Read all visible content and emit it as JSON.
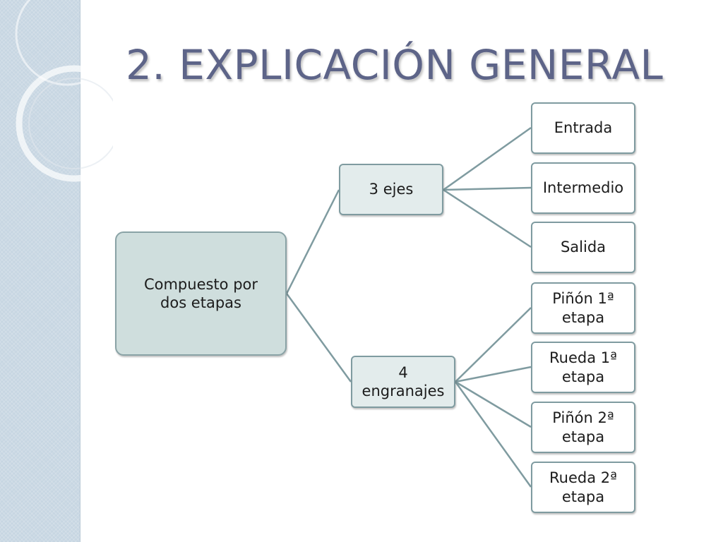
{
  "slide": {
    "title": "2. EXPLICACIÓN GENERAL"
  },
  "diagram": {
    "root": "Compuesto por dos etapas",
    "branches": [
      {
        "label": "3 ejes",
        "children": [
          "Entrada",
          "Intermedio",
          "Salida"
        ]
      },
      {
        "label": "4 engranajes",
        "children": [
          "Piñón 1ª etapa",
          "Rueda 1ª etapa",
          "Piñón 2ª etapa",
          "Rueda 2ª etapa"
        ]
      }
    ]
  },
  "colors": {
    "title": "#5d6488",
    "connector": "#7f9ba0",
    "root_fill": "#cfdedd",
    "branch_fill": "#e3ecec",
    "leaf_fill": "#ffffff",
    "sidebar": "#c7d6e2"
  }
}
